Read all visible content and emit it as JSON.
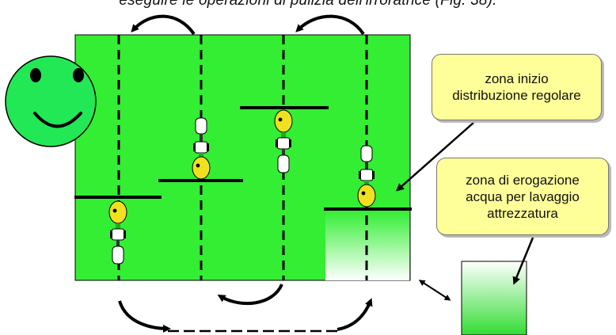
{
  "caption": "eseguire le operazioni di pulizia dell'irroratrice (Fig. 38).",
  "callouts": {
    "start_zone": {
      "line1": "zona inizio",
      "line2": "distribuzione regolare"
    },
    "wash_zone": {
      "line1": "zona di erogazione",
      "line2": "acqua per lavaggio",
      "line3": "attrezzatura"
    }
  },
  "colors": {
    "field": "#33ee33",
    "smiley": "#22e855",
    "tractor_body": "#f0e020",
    "callout_fill": "#ffff99",
    "wash_gradient": [
      "#ffffff",
      "#33dd33"
    ]
  },
  "icons": [
    "smiley-face-icon",
    "tractor-icon",
    "curved-arrow-icon",
    "double-arrow-icon"
  ]
}
